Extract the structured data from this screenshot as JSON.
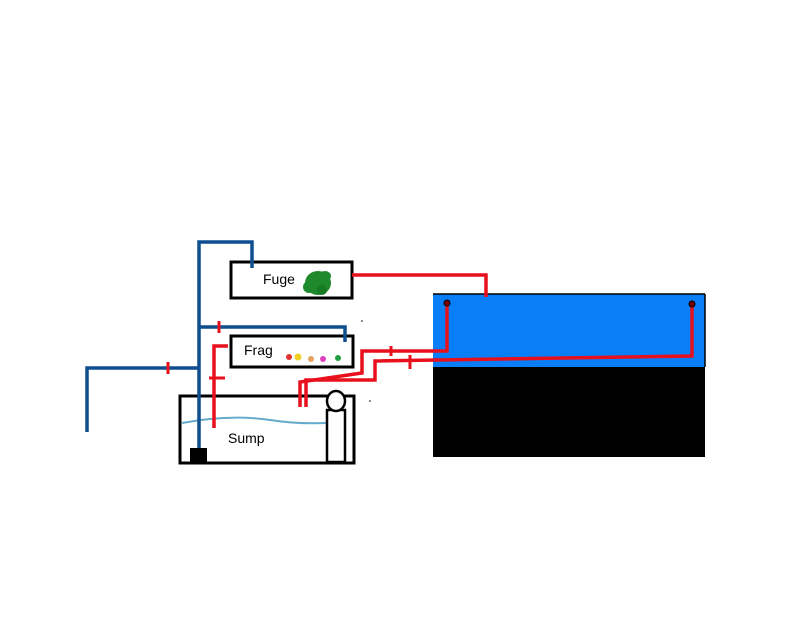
{
  "labels": {
    "fuge": "Fuge",
    "frag": "Frag",
    "sump": "Sump"
  },
  "colors": {
    "background": "#ffffff",
    "outline": "#000000",
    "blue_plumbing": "#0f4f8f",
    "red_plumbing": "#e8101c",
    "tank_water": "#0a7ef7",
    "tank_base": "#000000",
    "water_line": "#66aacc",
    "macroalgae": "#1f8a2c"
  },
  "icons": {
    "macroalgae": "macroalgae-icon",
    "corals": [
      "coral-red-icon",
      "coral-yellow-icon",
      "coral-orange-icon",
      "coral-pink-icon",
      "coral-green-icon"
    ],
    "return_pump": "return-pump-icon",
    "skimmer": "protein-skimmer-icon"
  }
}
